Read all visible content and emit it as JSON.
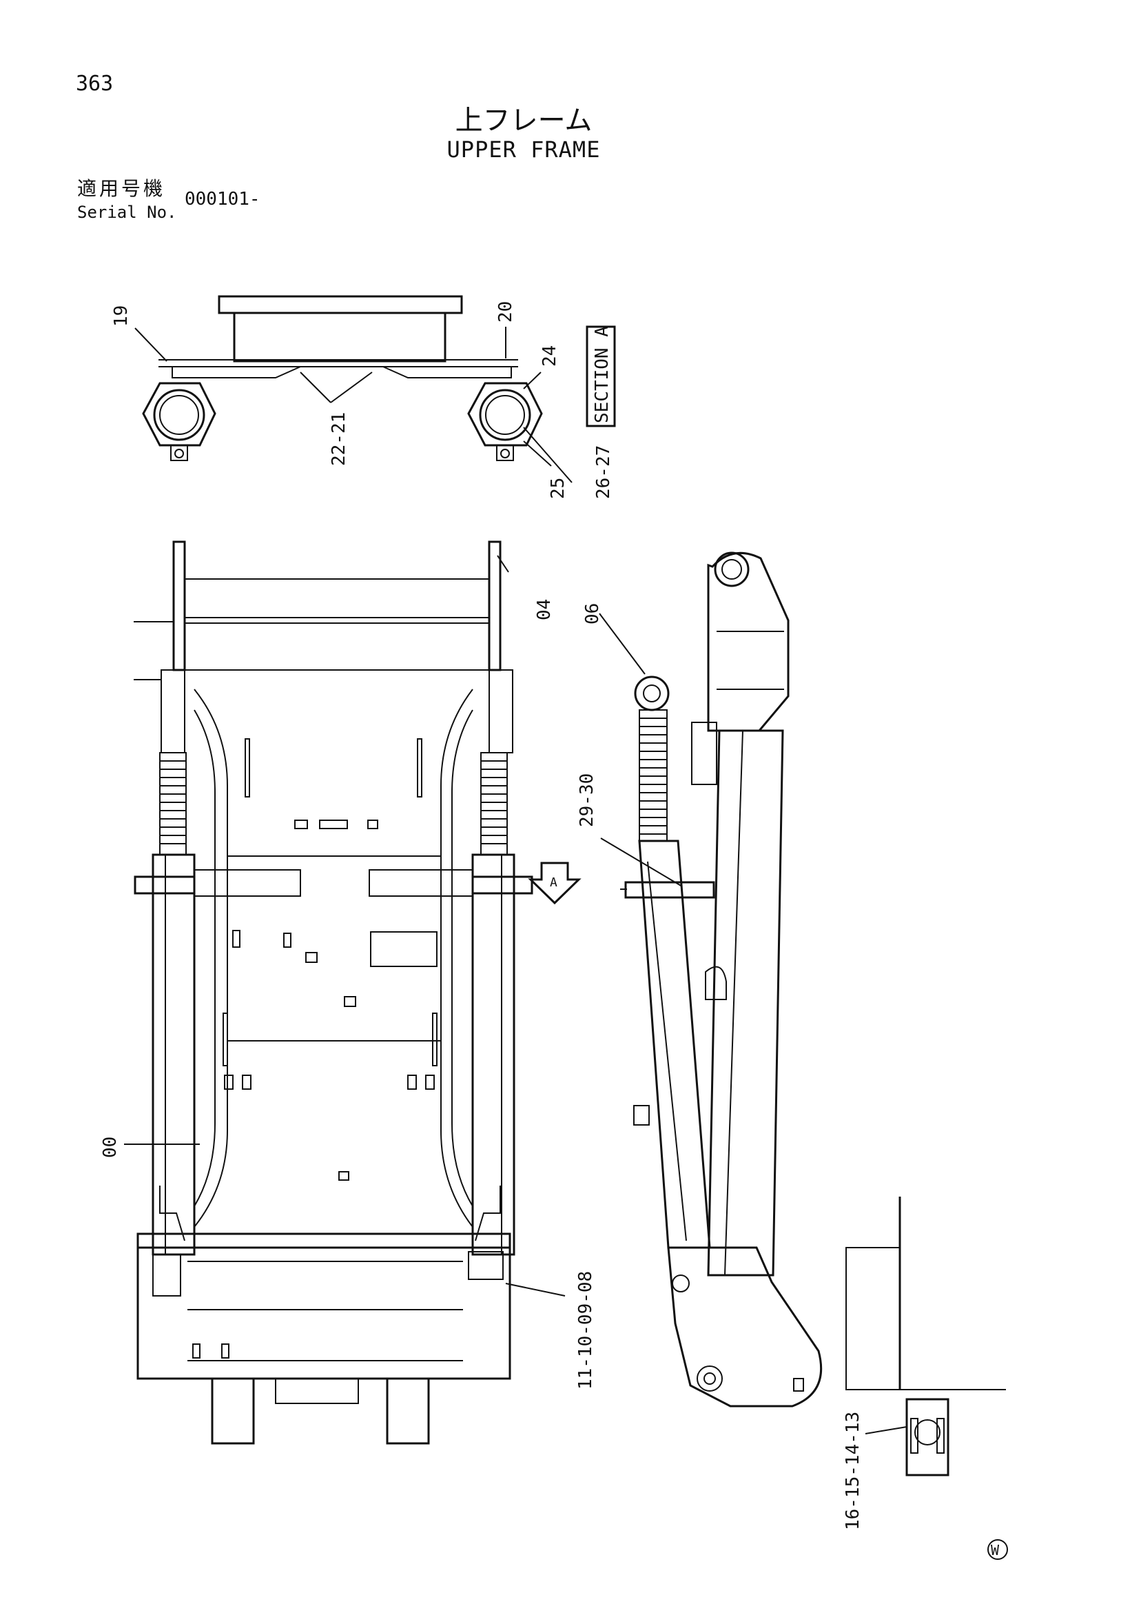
{
  "header": {
    "page_number": "363",
    "title_jp": "上フレーム",
    "title_en": "UPPER FRAME",
    "serial_label_jp": "適用号機",
    "serial_label_en": "Serial No.",
    "serial_value": "000101-"
  },
  "section_label": "SECTION A",
  "section_marker": "A",
  "callouts": {
    "c19": "19",
    "c20": "20",
    "c24": "24",
    "c22_21": "22-21",
    "c25": "25",
    "c26_27": "26-27",
    "c04": "04",
    "c06": "06",
    "c29_30": "29-30",
    "c00": "00",
    "c11_10_09_08": "11-10-09-08",
    "c16_15_14_13": "16-15-14-13"
  },
  "footer_mark": "W"
}
